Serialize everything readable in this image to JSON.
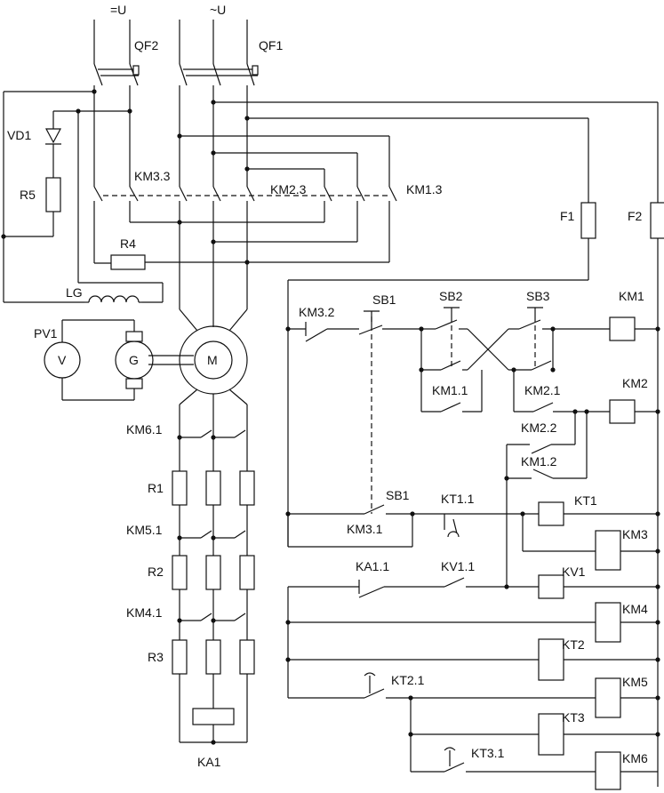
{
  "supply": {
    "dc": "=U",
    "ac": "~U"
  },
  "labels": {
    "qf2": "QF2",
    "qf1": "QF1",
    "vd1": "VD1",
    "r5": "R5",
    "r4": "R4",
    "lg": "LG",
    "pv1": "PV1",
    "v": "V",
    "g": "G",
    "m": "M",
    "km3_3": "KM3.3",
    "km2_3": "KM2.3",
    "km1_3": "KM1.3",
    "f1": "F1",
    "f2": "F2",
    "km6_1": "KM6.1",
    "r1": "R1",
    "km5_1": "KM5.1",
    "r2": "R2",
    "km4_1": "KM4.1",
    "r3": "R3",
    "ka1": "KA1",
    "km3_2": "KM3.2",
    "sb1": "SB1",
    "sb2": "SB2",
    "sb3": "SB3",
    "km1": "KM1",
    "km2": "KM2",
    "km1_1": "KM1.1",
    "km2_1": "KM2.1",
    "km2_2": "KM2.2",
    "km1_2": "KM1.2",
    "km3_1": "KM3.1",
    "kt1_1": "KT1.1",
    "kt1": "KT1",
    "km3": "KM3",
    "ka1_1": "KA1.1",
    "kv1_1": "KV1.1",
    "kv1": "KV1",
    "km4": "KM4",
    "kt2": "KT2",
    "kt2_1": "KT2.1",
    "km5": "KM5",
    "kt3": "KT3",
    "kt3_1": "KT3.1",
    "km6": "KM6"
  }
}
